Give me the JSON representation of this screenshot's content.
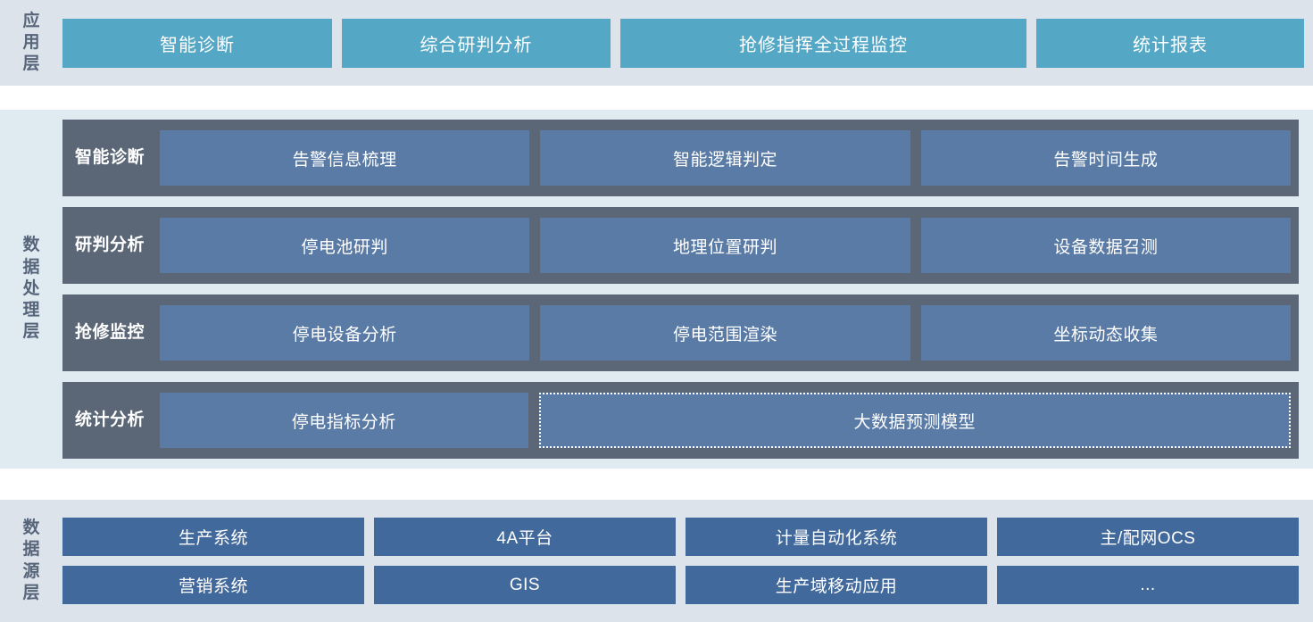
{
  "application_layer": {
    "layer_label": "应用层",
    "boxes": [
      {
        "label": "智能诊断"
      },
      {
        "label": "综合研判分析"
      },
      {
        "label": "抢修指挥全过程监控"
      },
      {
        "label": "统计报表"
      }
    ]
  },
  "data_process_layer": {
    "layer_label": "数据处理层",
    "rows": [
      {
        "row_label": "智能诊断",
        "cells": [
          {
            "label": "告警信息梳理",
            "dashed": false
          },
          {
            "label": "智能逻辑判定",
            "dashed": false
          },
          {
            "label": "告警时间生成",
            "dashed": false
          }
        ]
      },
      {
        "row_label": "研判分析",
        "cells": [
          {
            "label": "停电池研判",
            "dashed": false
          },
          {
            "label": "地理位置研判",
            "dashed": false
          },
          {
            "label": "设备数据召测",
            "dashed": false
          }
        ]
      },
      {
        "row_label": "抢修监控",
        "cells": [
          {
            "label": "停电设备分析",
            "dashed": false
          },
          {
            "label": "停电范围渲染",
            "dashed": false
          },
          {
            "label": "坐标动态收集",
            "dashed": false
          }
        ]
      },
      {
        "row_label": "统计分析",
        "cells": [
          {
            "label": "停电指标分析",
            "dashed": false
          },
          {
            "label": "大数据预测模型",
            "dashed": true
          }
        ]
      }
    ]
  },
  "data_source_layer": {
    "layer_label": "数据源层",
    "rows": [
      [
        {
          "label": "生产系统"
        },
        {
          "label": "4A平台"
        },
        {
          "label": "计量自动化系统"
        },
        {
          "label": "主/配网OCS"
        }
      ],
      [
        {
          "label": "营销系统"
        },
        {
          "label": "GIS"
        },
        {
          "label": "生产域移动应用"
        },
        {
          "label": "..."
        }
      ]
    ]
  },
  "colors": {
    "application_box": "#54a8c6",
    "process_row": "#5b6776",
    "process_cell": "#5a7ba6",
    "source_box": "#42699b",
    "band_light": "#dde3ea",
    "band_mid": "#dfeaf1",
    "label_text": "#57657a"
  }
}
